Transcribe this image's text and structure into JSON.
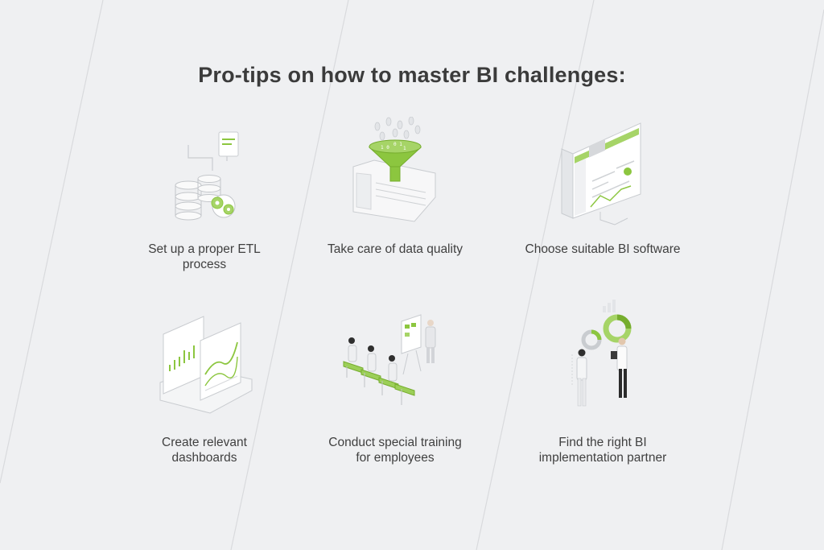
{
  "title": "Pro-tips on how to master BI challenges:",
  "colors": {
    "background": "#eff0f2",
    "accent": "#8cc63f",
    "text": "#3b3b3b"
  },
  "tips": [
    {
      "icon": "etl-database-gears-icon",
      "line1": "Set up a proper ETL",
      "line2": "process"
    },
    {
      "icon": "data-quality-funnel-icon",
      "line1": "Take care of data quality",
      "line2": ""
    },
    {
      "icon": "bi-software-monitor-icon",
      "line1": "Choose suitable BI software",
      "line2": ""
    },
    {
      "icon": "dashboard-charts-icon",
      "line1": "Create relevant",
      "line2": "dashboards"
    },
    {
      "icon": "employee-training-icon",
      "line1": "Conduct special training",
      "line2": "for employees"
    },
    {
      "icon": "implementation-partner-icon",
      "line1": "Find the right BI",
      "line2": "implementation partner"
    }
  ]
}
